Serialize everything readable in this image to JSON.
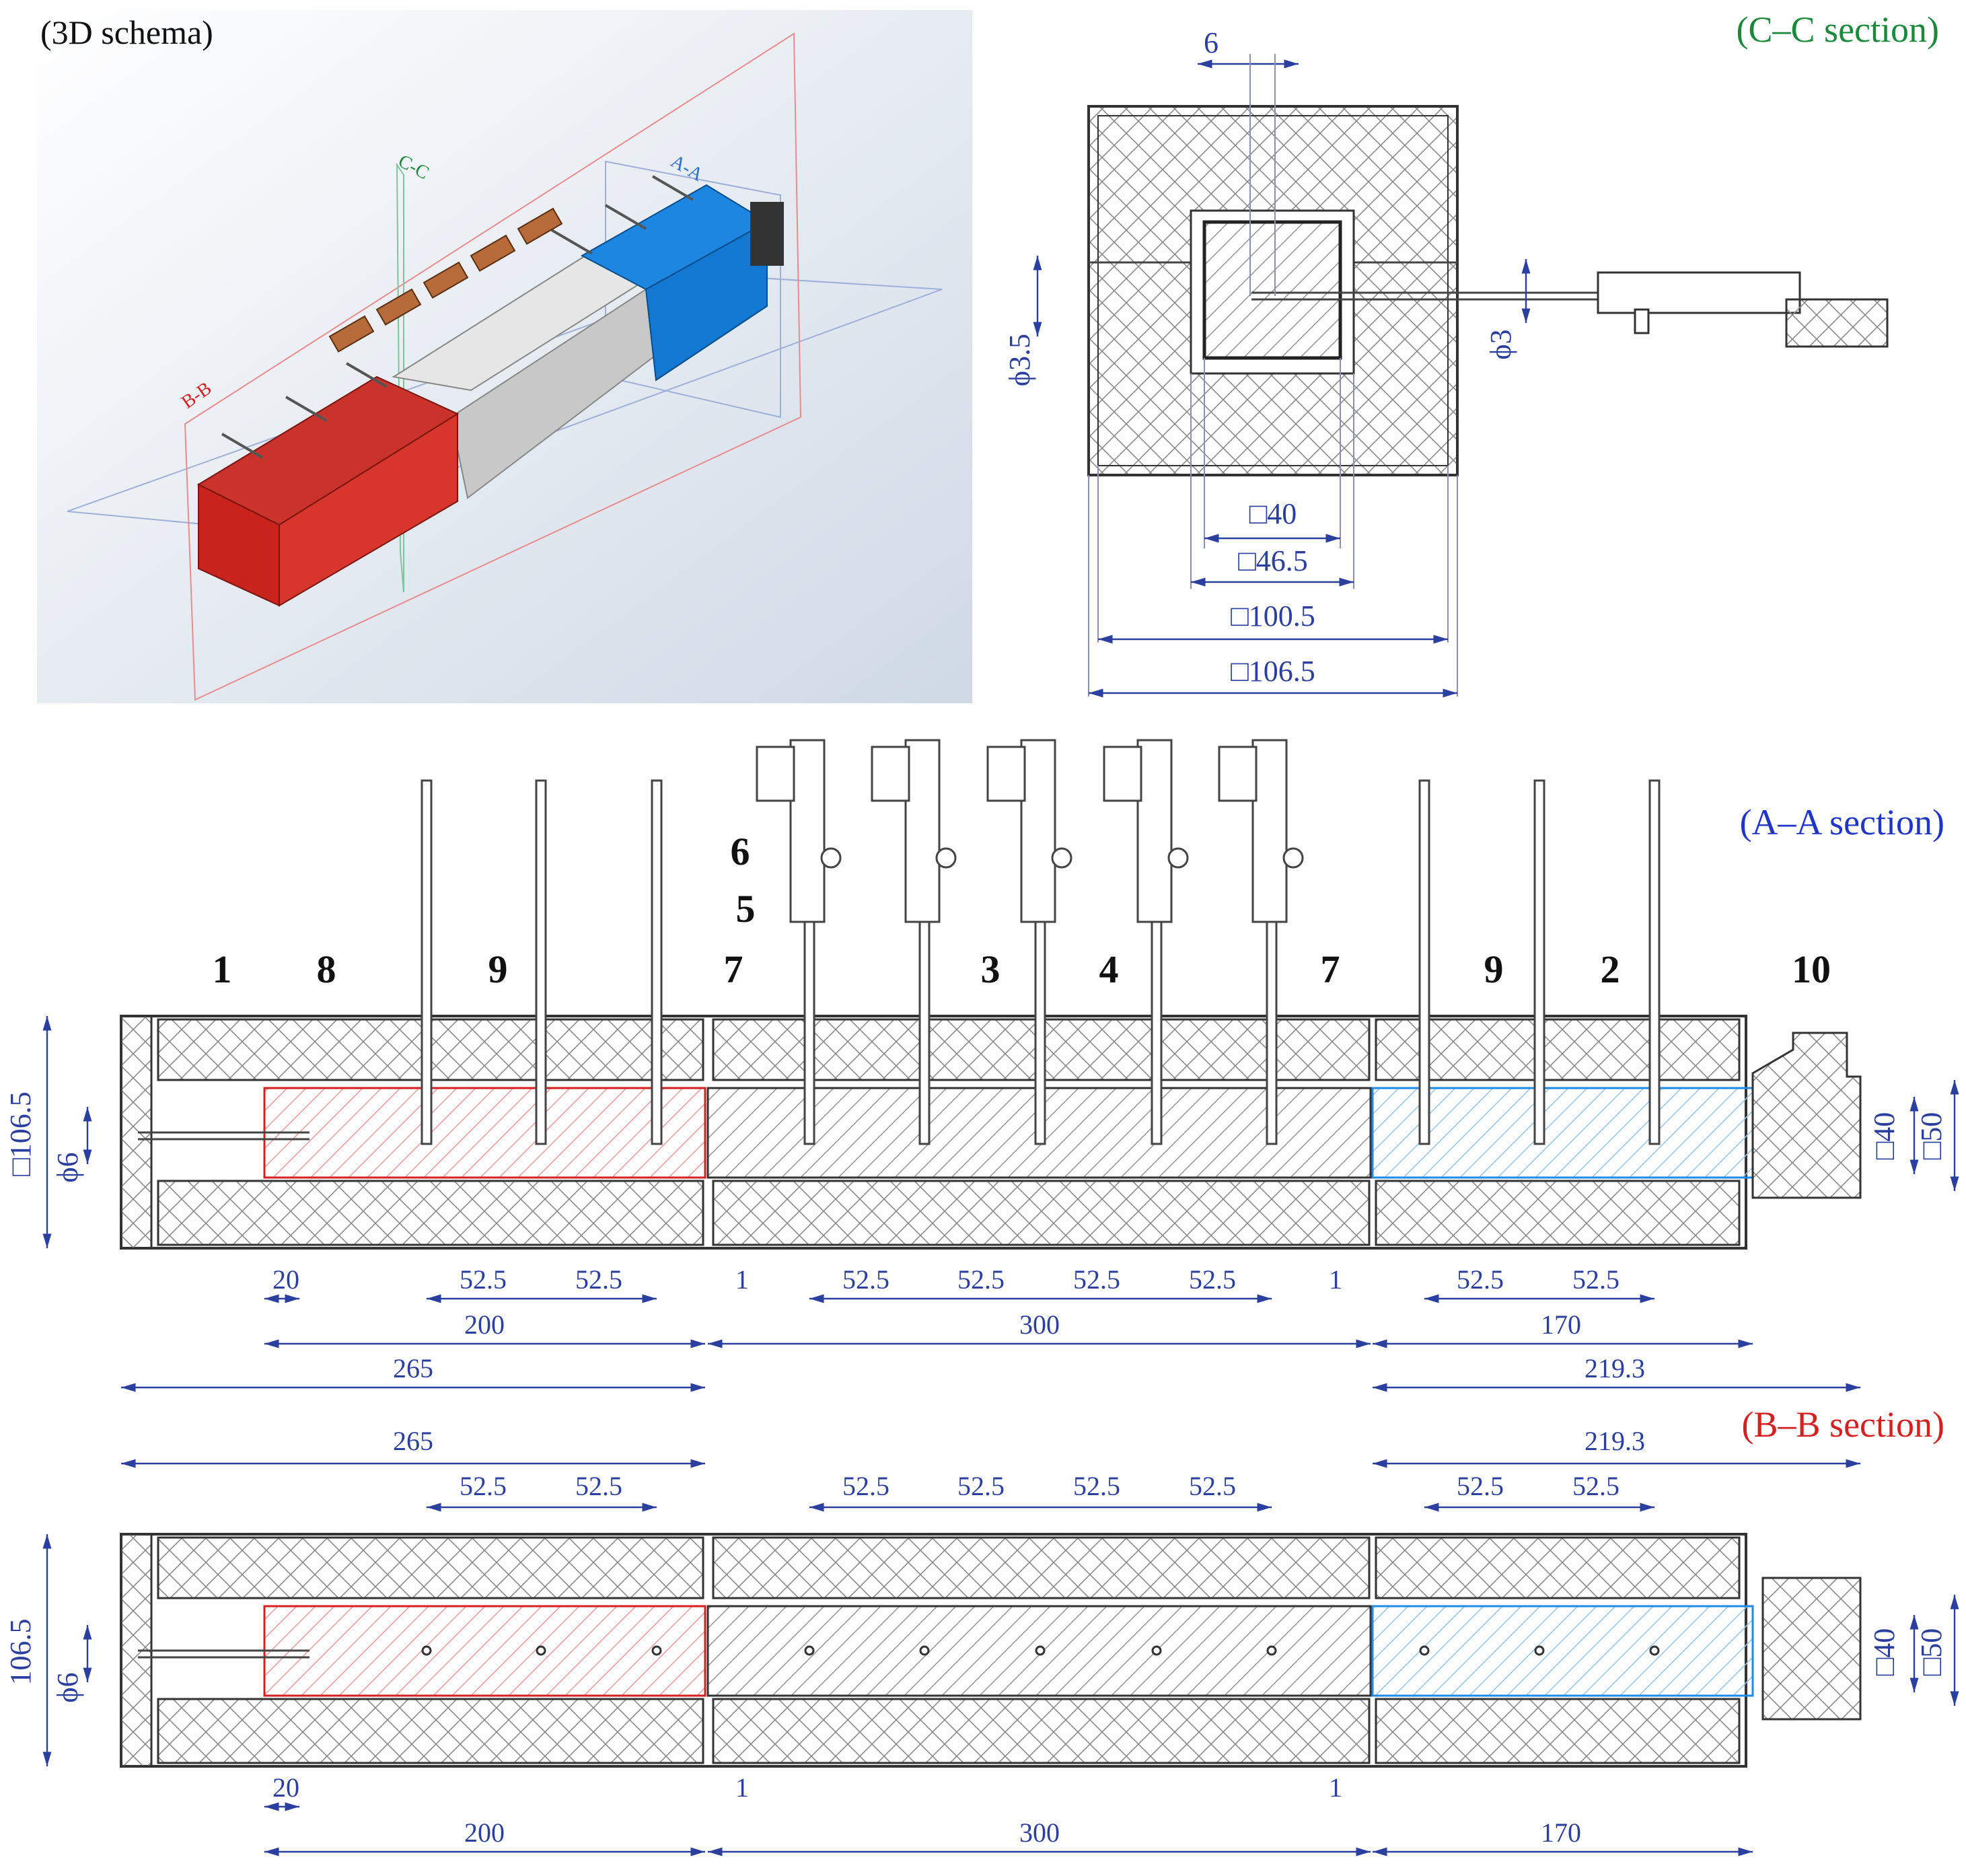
{
  "titles": {
    "schema": "(3D schema)",
    "cc": "(C–C section)",
    "aa": "(A–A section)",
    "bb": "(B–B section)"
  },
  "plane_labels": {
    "cc": "C-C",
    "aa": "A-A",
    "bb": "B-B"
  },
  "colors": {
    "dimension": "#2b3f9e",
    "red_zone": "#d61f1f",
    "blue_zone": "#1e8be6",
    "cc_title": "#1a8a3a",
    "hatch": "#7a7a7a"
  },
  "cc_section": {
    "top": "6",
    "left": "ϕ3.5",
    "right": "ϕ3",
    "inner": "□40",
    "inner2": "□46.5",
    "outer1": "□100.5",
    "outer2": "□106.5"
  },
  "callouts": [
    "1",
    "8",
    "9",
    "5",
    "6",
    "7",
    "3",
    "4",
    "7",
    "9",
    "2",
    "10"
  ],
  "aa_section": {
    "height": "□106.5",
    "hole": "ϕ6",
    "sq40": "□40",
    "sq50": "□50",
    "row1": [
      "20",
      "52.5",
      "52.5",
      "1",
      "52.5",
      "52.5",
      "52.5",
      "52.5",
      "1",
      "52.5",
      "52.5"
    ],
    "row2": [
      "200",
      "300",
      "170"
    ],
    "row3": [
      "265",
      "219.3"
    ]
  },
  "bb_section": {
    "top1": [
      "265",
      "219.3"
    ],
    "top2": [
      "52.5",
      "52.5",
      "52.5",
      "52.5",
      "52.5",
      "52.5",
      "52.5",
      "52.5"
    ],
    "height": "106.5",
    "hole": "ϕ6",
    "sq40": "□40",
    "sq50": "□50",
    "bottom1": [
      "20",
      "1",
      "1"
    ],
    "bottom2": [
      "200",
      "300",
      "170"
    ]
  }
}
